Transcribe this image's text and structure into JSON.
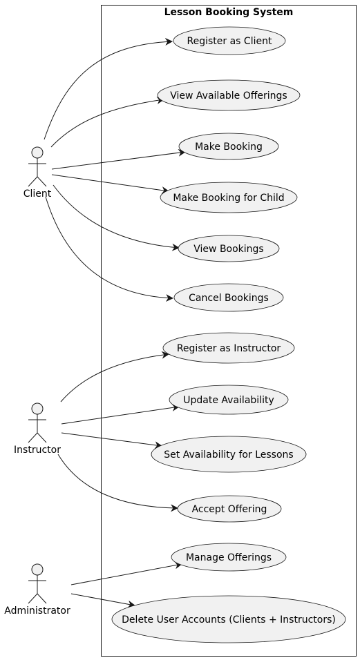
{
  "system": {
    "title": "Lesson Booking System"
  },
  "actors": [
    {
      "id": "client",
      "label": "Client"
    },
    {
      "id": "instructor",
      "label": "Instructor"
    },
    {
      "id": "administrator",
      "label": "Administrator"
    }
  ],
  "use_cases": [
    {
      "id": "register-client",
      "label": "Register as Client"
    },
    {
      "id": "view-offerings",
      "label": "View Available Offerings"
    },
    {
      "id": "make-booking",
      "label": "Make Booking"
    },
    {
      "id": "make-booking-child",
      "label": "Make Booking for Child"
    },
    {
      "id": "view-bookings",
      "label": "View Bookings"
    },
    {
      "id": "cancel-bookings",
      "label": "Cancel Bookings"
    },
    {
      "id": "register-instructor",
      "label": "Register as Instructor"
    },
    {
      "id": "update-availability",
      "label": "Update Availability"
    },
    {
      "id": "set-availability-lessons",
      "label": "Set Availability for Lessons"
    },
    {
      "id": "accept-offering",
      "label": "Accept Offering"
    },
    {
      "id": "manage-offerings",
      "label": "Manage Offerings"
    },
    {
      "id": "delete-accounts",
      "label": "Delete User Accounts (Clients + Instructors)"
    }
  ],
  "associations": [
    {
      "from": "client",
      "to": "register-client"
    },
    {
      "from": "client",
      "to": "view-offerings"
    },
    {
      "from": "client",
      "to": "make-booking"
    },
    {
      "from": "client",
      "to": "make-booking-child"
    },
    {
      "from": "client",
      "to": "view-bookings"
    },
    {
      "from": "client",
      "to": "cancel-bookings"
    },
    {
      "from": "instructor",
      "to": "register-instructor"
    },
    {
      "from": "instructor",
      "to": "update-availability"
    },
    {
      "from": "instructor",
      "to": "set-availability-lessons"
    },
    {
      "from": "instructor",
      "to": "accept-offering"
    },
    {
      "from": "administrator",
      "to": "manage-offerings"
    },
    {
      "from": "administrator",
      "to": "delete-accounts"
    }
  ],
  "colors": {
    "usecase_fill": "#f1f1f1",
    "stroke": "#181818",
    "line": "#181818"
  }
}
